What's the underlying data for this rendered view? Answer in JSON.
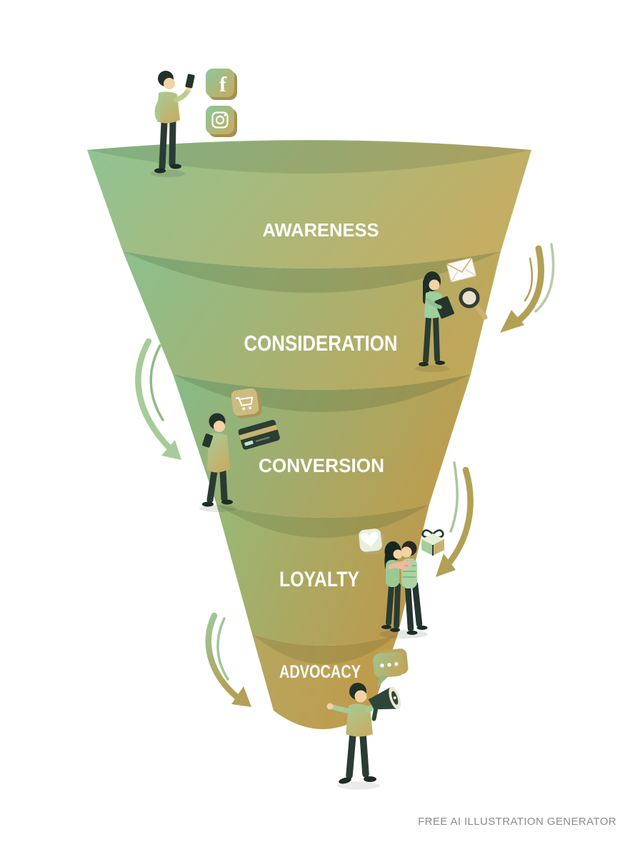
{
  "art": {
    "kind": "marketing-funnel-illustration",
    "background": "#ffffff"
  },
  "funnel": {
    "stages": [
      {
        "id": "awareness",
        "label": "AWARENESS"
      },
      {
        "id": "consideration",
        "label": "CONSIDERATION"
      },
      {
        "id": "conversion",
        "label": "CONVERSION"
      },
      {
        "id": "loyalty",
        "label": "LOYALTY"
      },
      {
        "id": "advocacy",
        "label": "ADVOCACY"
      }
    ],
    "label_color": "#ffffff",
    "green": "#8fc494",
    "gold": "#c8a85c",
    "separator_color": "rgba(75,90,45,0.22)"
  },
  "icons": [
    {
      "name": "facebook-icon",
      "glyph": "f"
    },
    {
      "name": "instagram-icon"
    },
    {
      "name": "envelope-icon"
    },
    {
      "name": "magnifier-icon"
    },
    {
      "name": "shopping-cart-icon"
    },
    {
      "name": "credit-card-icon"
    },
    {
      "name": "heart-icon"
    },
    {
      "name": "gift-icon"
    },
    {
      "name": "speech-bubble-icon"
    },
    {
      "name": "megaphone-icon"
    }
  ],
  "footer": {
    "credit": "FREE AI ILLUSTRATION GENERATOR"
  }
}
